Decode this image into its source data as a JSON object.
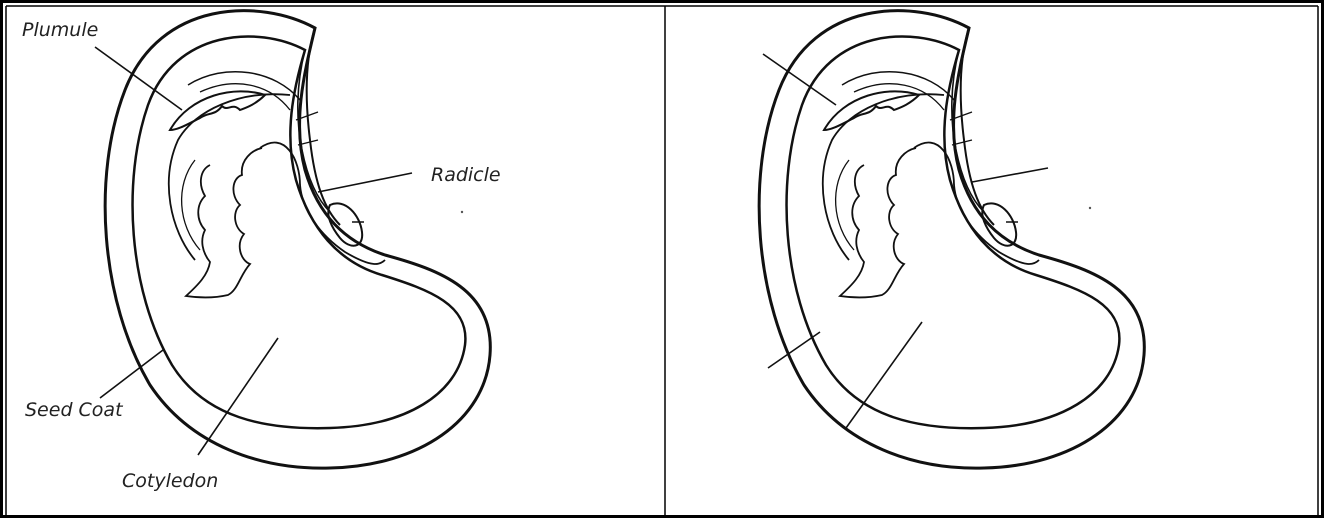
{
  "labels": {
    "plumule": "Plumule",
    "radicle": "Radicle",
    "seed_coat": "Seed Coat",
    "cotyledon": "Cotyledon"
  },
  "colors": {
    "ink": "#111111",
    "border": "#000000",
    "background": "#ffffff"
  }
}
